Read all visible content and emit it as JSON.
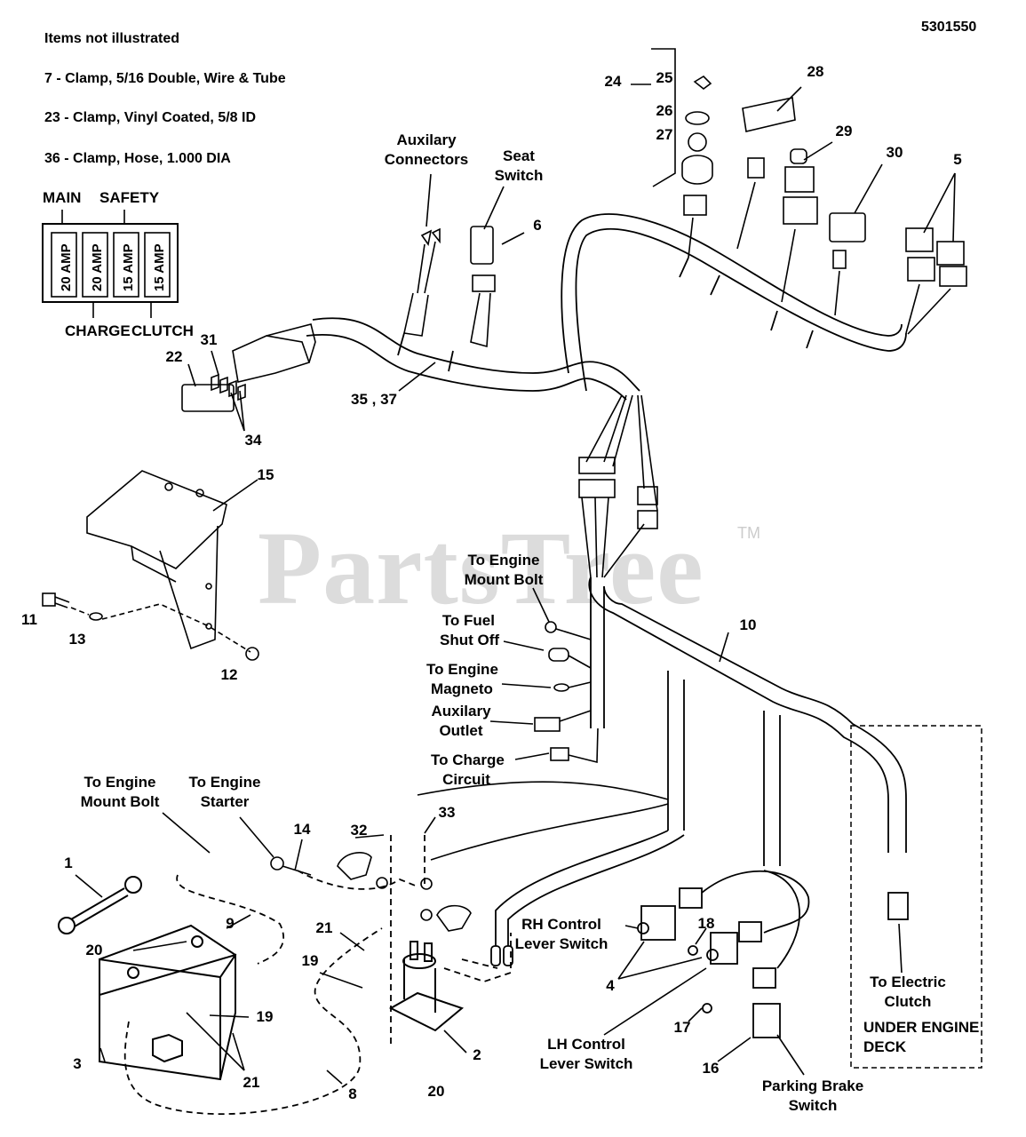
{
  "drawing_number": "5301550",
  "watermark": "PartsTree",
  "watermark_tm": "TM",
  "notes": {
    "header": "Items not illustrated",
    "items": [
      "7 - Clamp, 5/16 Double, Wire & Tube",
      "23 - Clamp, Vinyl Coated, 5/8 ID",
      "36 - Clamp, Hose, 1.000 DIA"
    ]
  },
  "fuse_block": {
    "top_labels": [
      "MAIN",
      "SAFETY"
    ],
    "bottom_labels": [
      "CHARGE",
      "CLUTCH"
    ],
    "fuses": [
      "20 AMP",
      "20 AMP",
      "15 AMP",
      "15 AMP"
    ]
  },
  "callouts": {
    "aux_connectors": "Auxilary\nConnectors",
    "seat_switch": "Seat\nSwitch",
    "to_engine_mount_bolt_1": "To Engine\nMount Bolt",
    "to_fuel_shut_off": "To Fuel\nShut Off",
    "to_engine_magneto": "To Engine\nMagneto",
    "aux_outlet": "Auxilary\nOutlet",
    "to_charge_circuit": "To Charge\nCircuit",
    "to_engine_mount_bolt_2": "To Engine\nMount Bolt",
    "to_engine_starter": "To Engine\nStarter",
    "rh_control_lever_switch": "RH Control\nLever Switch",
    "lh_control_lever_switch": "LH Control\nLever Switch",
    "parking_brake_switch": "Parking Brake\nSwitch",
    "to_electric_clutch": "To Electric\nClutch",
    "under_engine_deck": "UNDER ENGINE\nDECK"
  },
  "part_numbers": {
    "p1": "1",
    "p2": "2",
    "p3": "3",
    "p4": "4",
    "p5": "5",
    "p6": "6",
    "p8": "8",
    "p9": "9",
    "p10": "10",
    "p11": "11",
    "p12": "12",
    "p13": "13",
    "p14": "14",
    "p15": "15",
    "p16": "16",
    "p17": "17",
    "p18": "18",
    "p19a": "19",
    "p19b": "19",
    "p20a": "20",
    "p20b": "20",
    "p21a": "21",
    "p21b": "21",
    "p22": "22",
    "p24": "24",
    "p25": "25",
    "p26": "26",
    "p27": "27",
    "p28": "28",
    "p29": "29",
    "p30": "30",
    "p31": "31",
    "p32": "32",
    "p33": "33",
    "p34": "34",
    "p35_37": "35 , 37"
  }
}
